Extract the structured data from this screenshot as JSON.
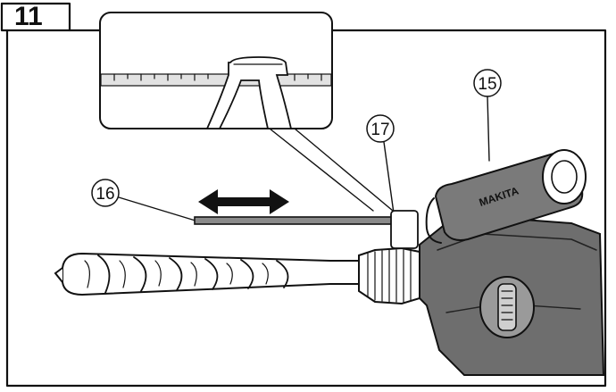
{
  "figure": {
    "number": "11",
    "callouts": {
      "handle": "15",
      "depth_gauge": "16",
      "clamp_screw": "17"
    },
    "handle_lettering": "MAKITA",
    "arrow_direction": "left-right",
    "colors": {
      "ink": "#111111",
      "tool_body": "#6e6e6e",
      "handle_grip": "#7a7a7a",
      "background": "#ffffff"
    }
  }
}
